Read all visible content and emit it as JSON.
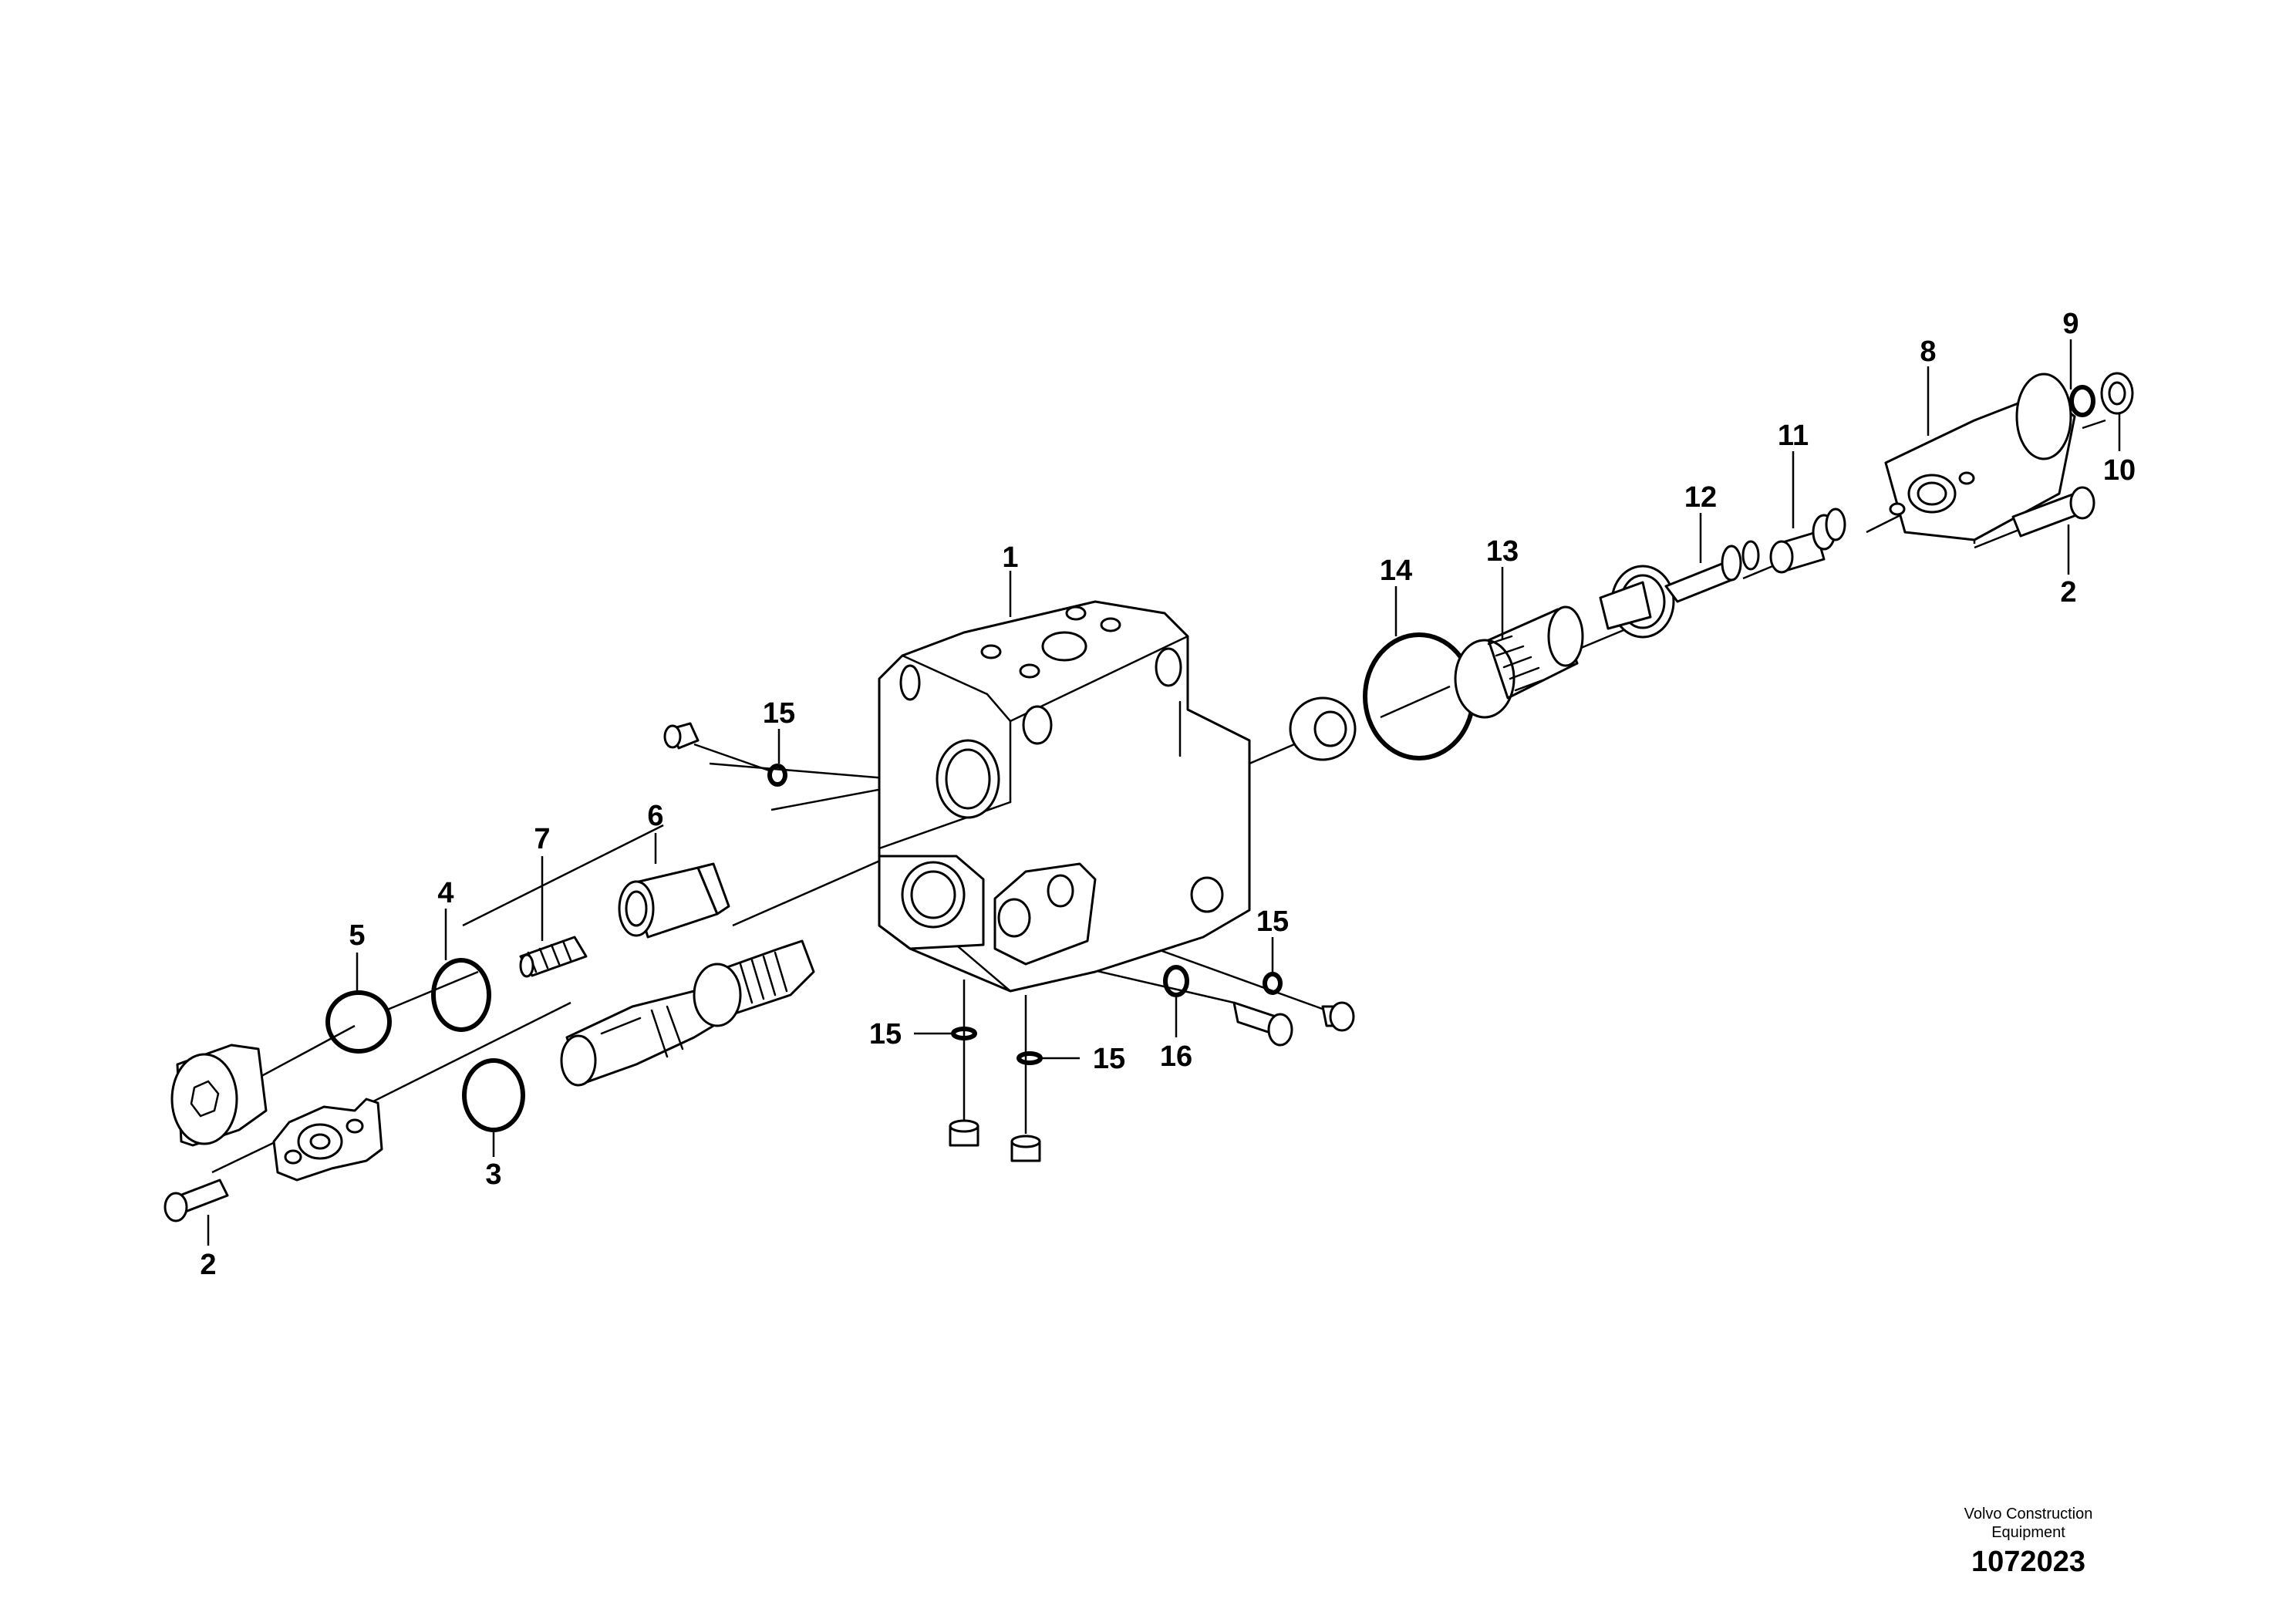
{
  "diagram": {
    "callouts": [
      {
        "id": "c1",
        "label": "1"
      },
      {
        "id": "c2a",
        "label": "2"
      },
      {
        "id": "c2b",
        "label": "2"
      },
      {
        "id": "c3",
        "label": "3"
      },
      {
        "id": "c4",
        "label": "4"
      },
      {
        "id": "c5",
        "label": "5"
      },
      {
        "id": "c6",
        "label": "6"
      },
      {
        "id": "c7",
        "label": "7"
      },
      {
        "id": "c8",
        "label": "8"
      },
      {
        "id": "c9",
        "label": "9"
      },
      {
        "id": "c10",
        "label": "10"
      },
      {
        "id": "c11",
        "label": "11"
      },
      {
        "id": "c12",
        "label": "12"
      },
      {
        "id": "c13",
        "label": "13"
      },
      {
        "id": "c14",
        "label": "14"
      },
      {
        "id": "c15a",
        "label": "15"
      },
      {
        "id": "c15b",
        "label": "15"
      },
      {
        "id": "c15c",
        "label": "15"
      },
      {
        "id": "c15d",
        "label": "15"
      },
      {
        "id": "c16",
        "label": "16"
      }
    ]
  },
  "credit": {
    "line1": "Volvo Construction",
    "line2": "Equipment",
    "drawing_number": "1072023"
  }
}
